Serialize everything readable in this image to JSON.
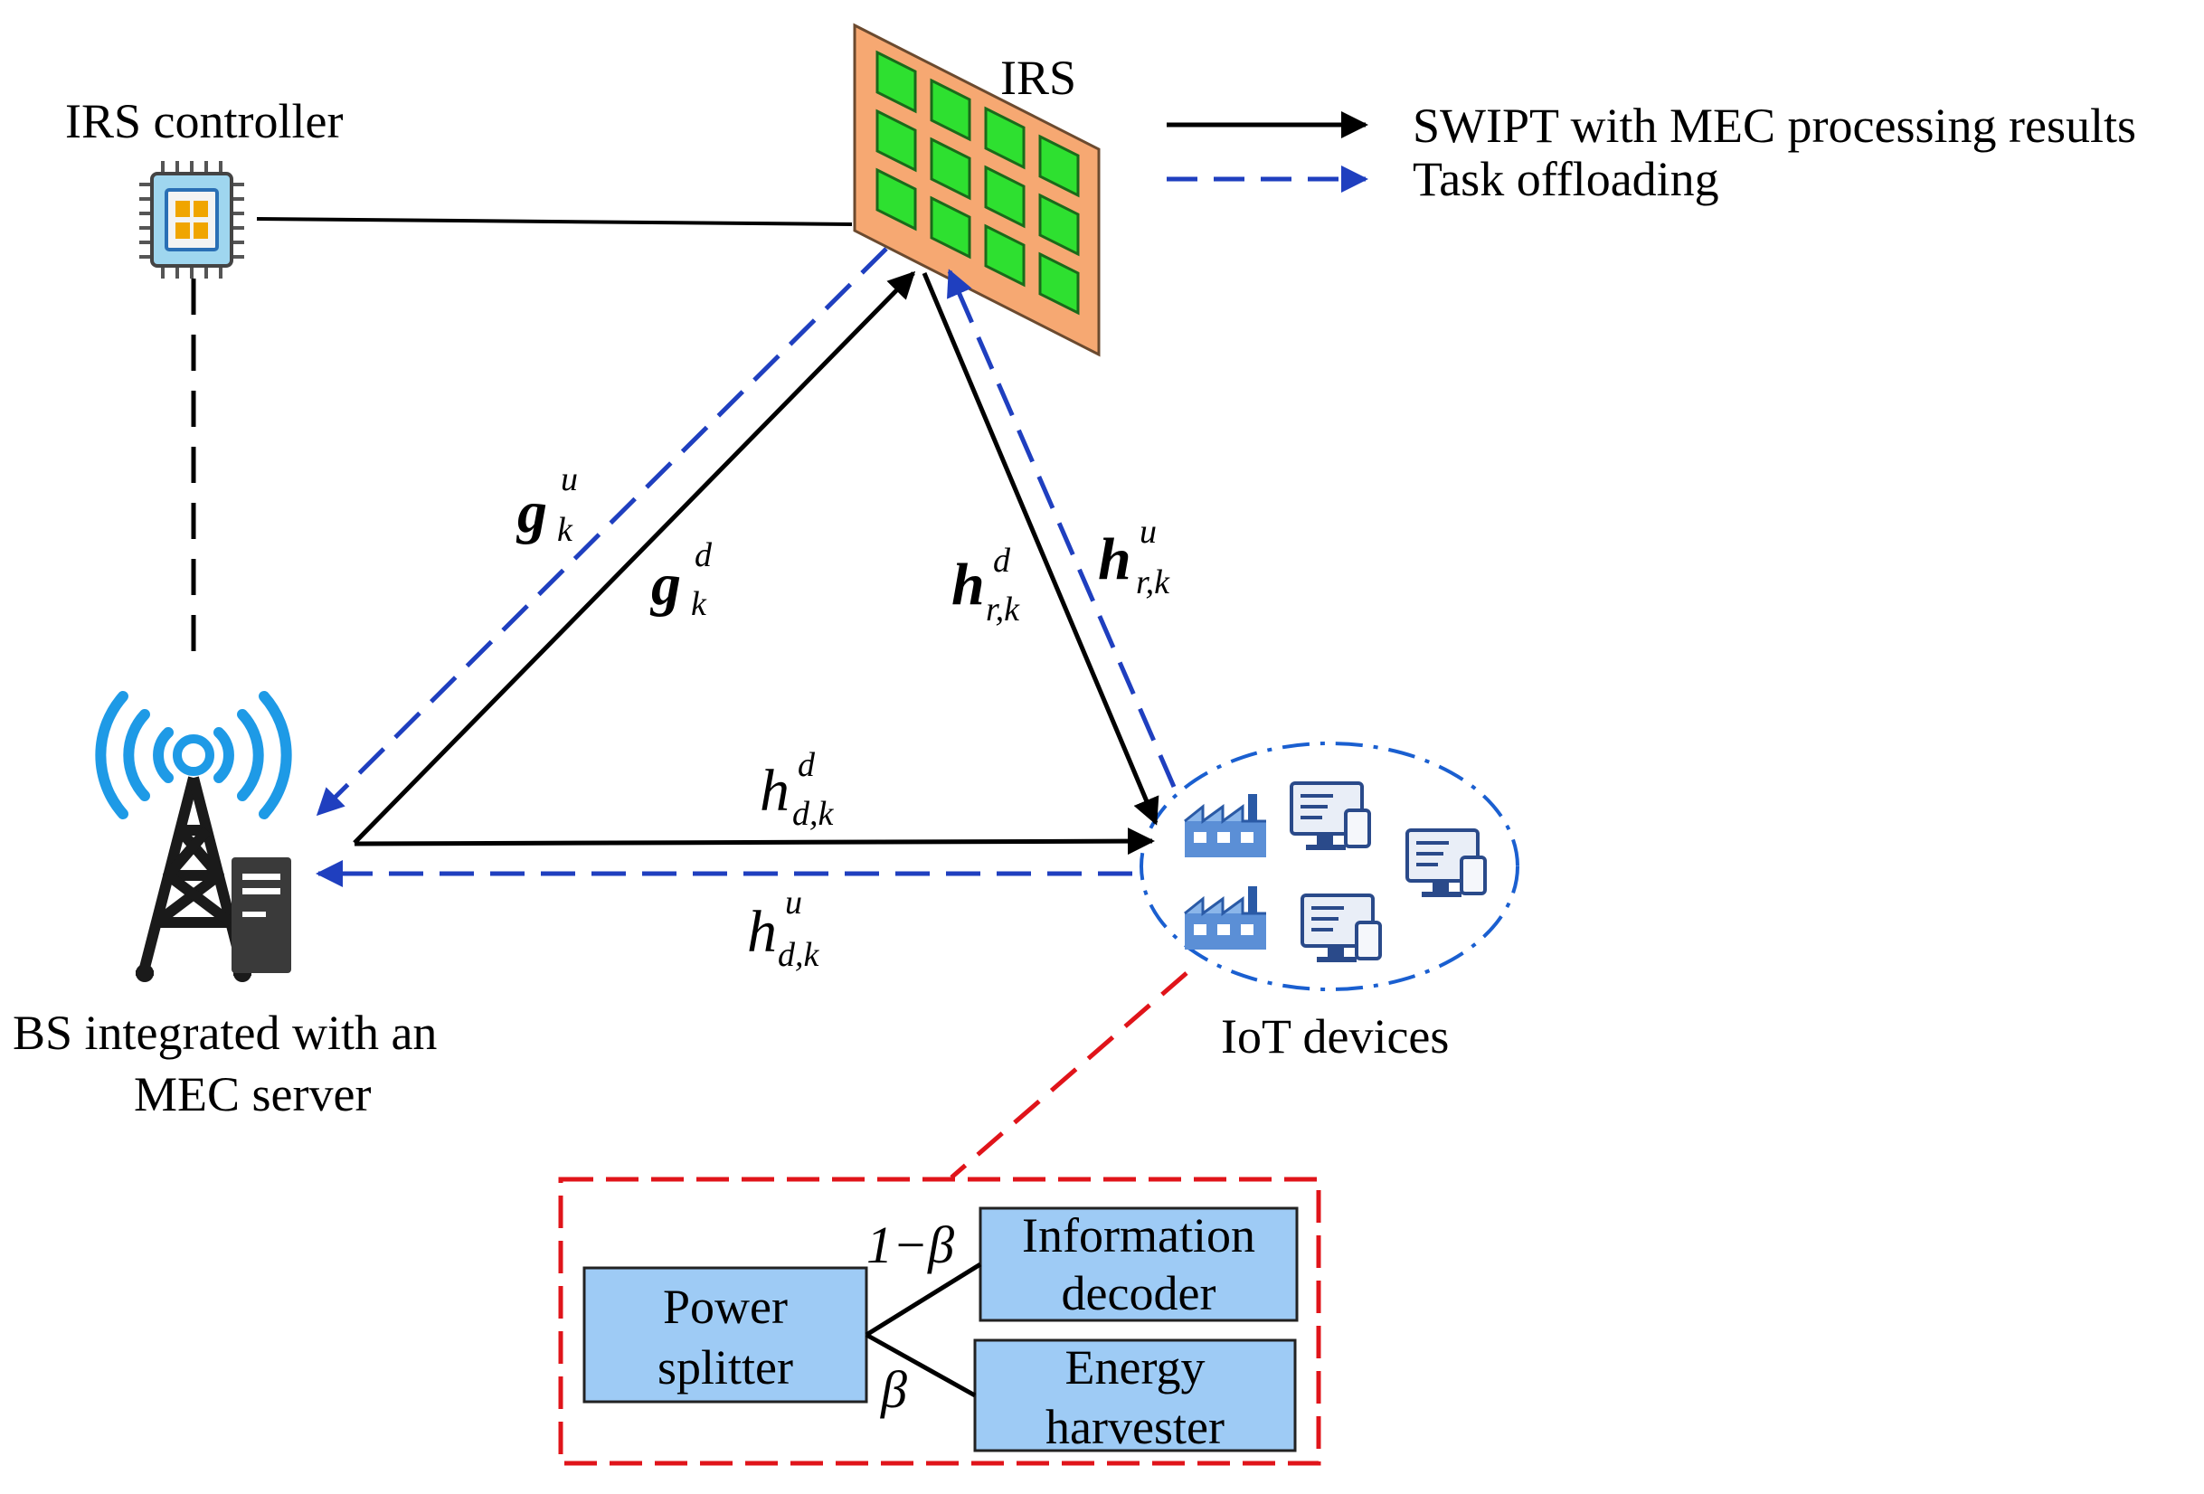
{
  "legend": {
    "solid": "SWIPT with MEC processing results",
    "dashed": "Task offloading"
  },
  "nodes": {
    "irs": "IRS",
    "irs_controller": "IRS controller",
    "bs_line1": "BS integrated with an",
    "bs_line2": "MEC server",
    "iot": "IoT devices"
  },
  "channels": {
    "g_uplink": {
      "base": "g",
      "sup": "u",
      "sub": "k"
    },
    "g_downlink": {
      "base": "g",
      "sup": "d",
      "sub": "k"
    },
    "h_r_downlink": {
      "base": "h",
      "sup": "d",
      "sub": "r,k"
    },
    "h_r_uplink": {
      "base": "h",
      "sup": "u",
      "sub": "r,k"
    },
    "h_d_downlink": {
      "base": "h",
      "sup": "d",
      "sub": "d,k"
    },
    "h_d_uplink": {
      "base": "h",
      "sup": "u",
      "sub": "d,k"
    }
  },
  "receiver": {
    "power_splitter_1": "Power",
    "power_splitter_2": "splitter",
    "info_decoder_1": "Information",
    "info_decoder_2": "decoder",
    "energy_harvester_1": "Energy",
    "energy_harvester_2": "harvester",
    "ratio_info": "1−β",
    "ratio_energy": "β"
  },
  "colors": {
    "solid_link": "#000000",
    "offload_link": "#1f3fbf",
    "receiver_border": "#e0141a",
    "box_fill": "#9ecbf5",
    "irs_panel": "#f6a872",
    "irs_element": "#2ee030",
    "iot_ring": "#1a5fd0"
  }
}
